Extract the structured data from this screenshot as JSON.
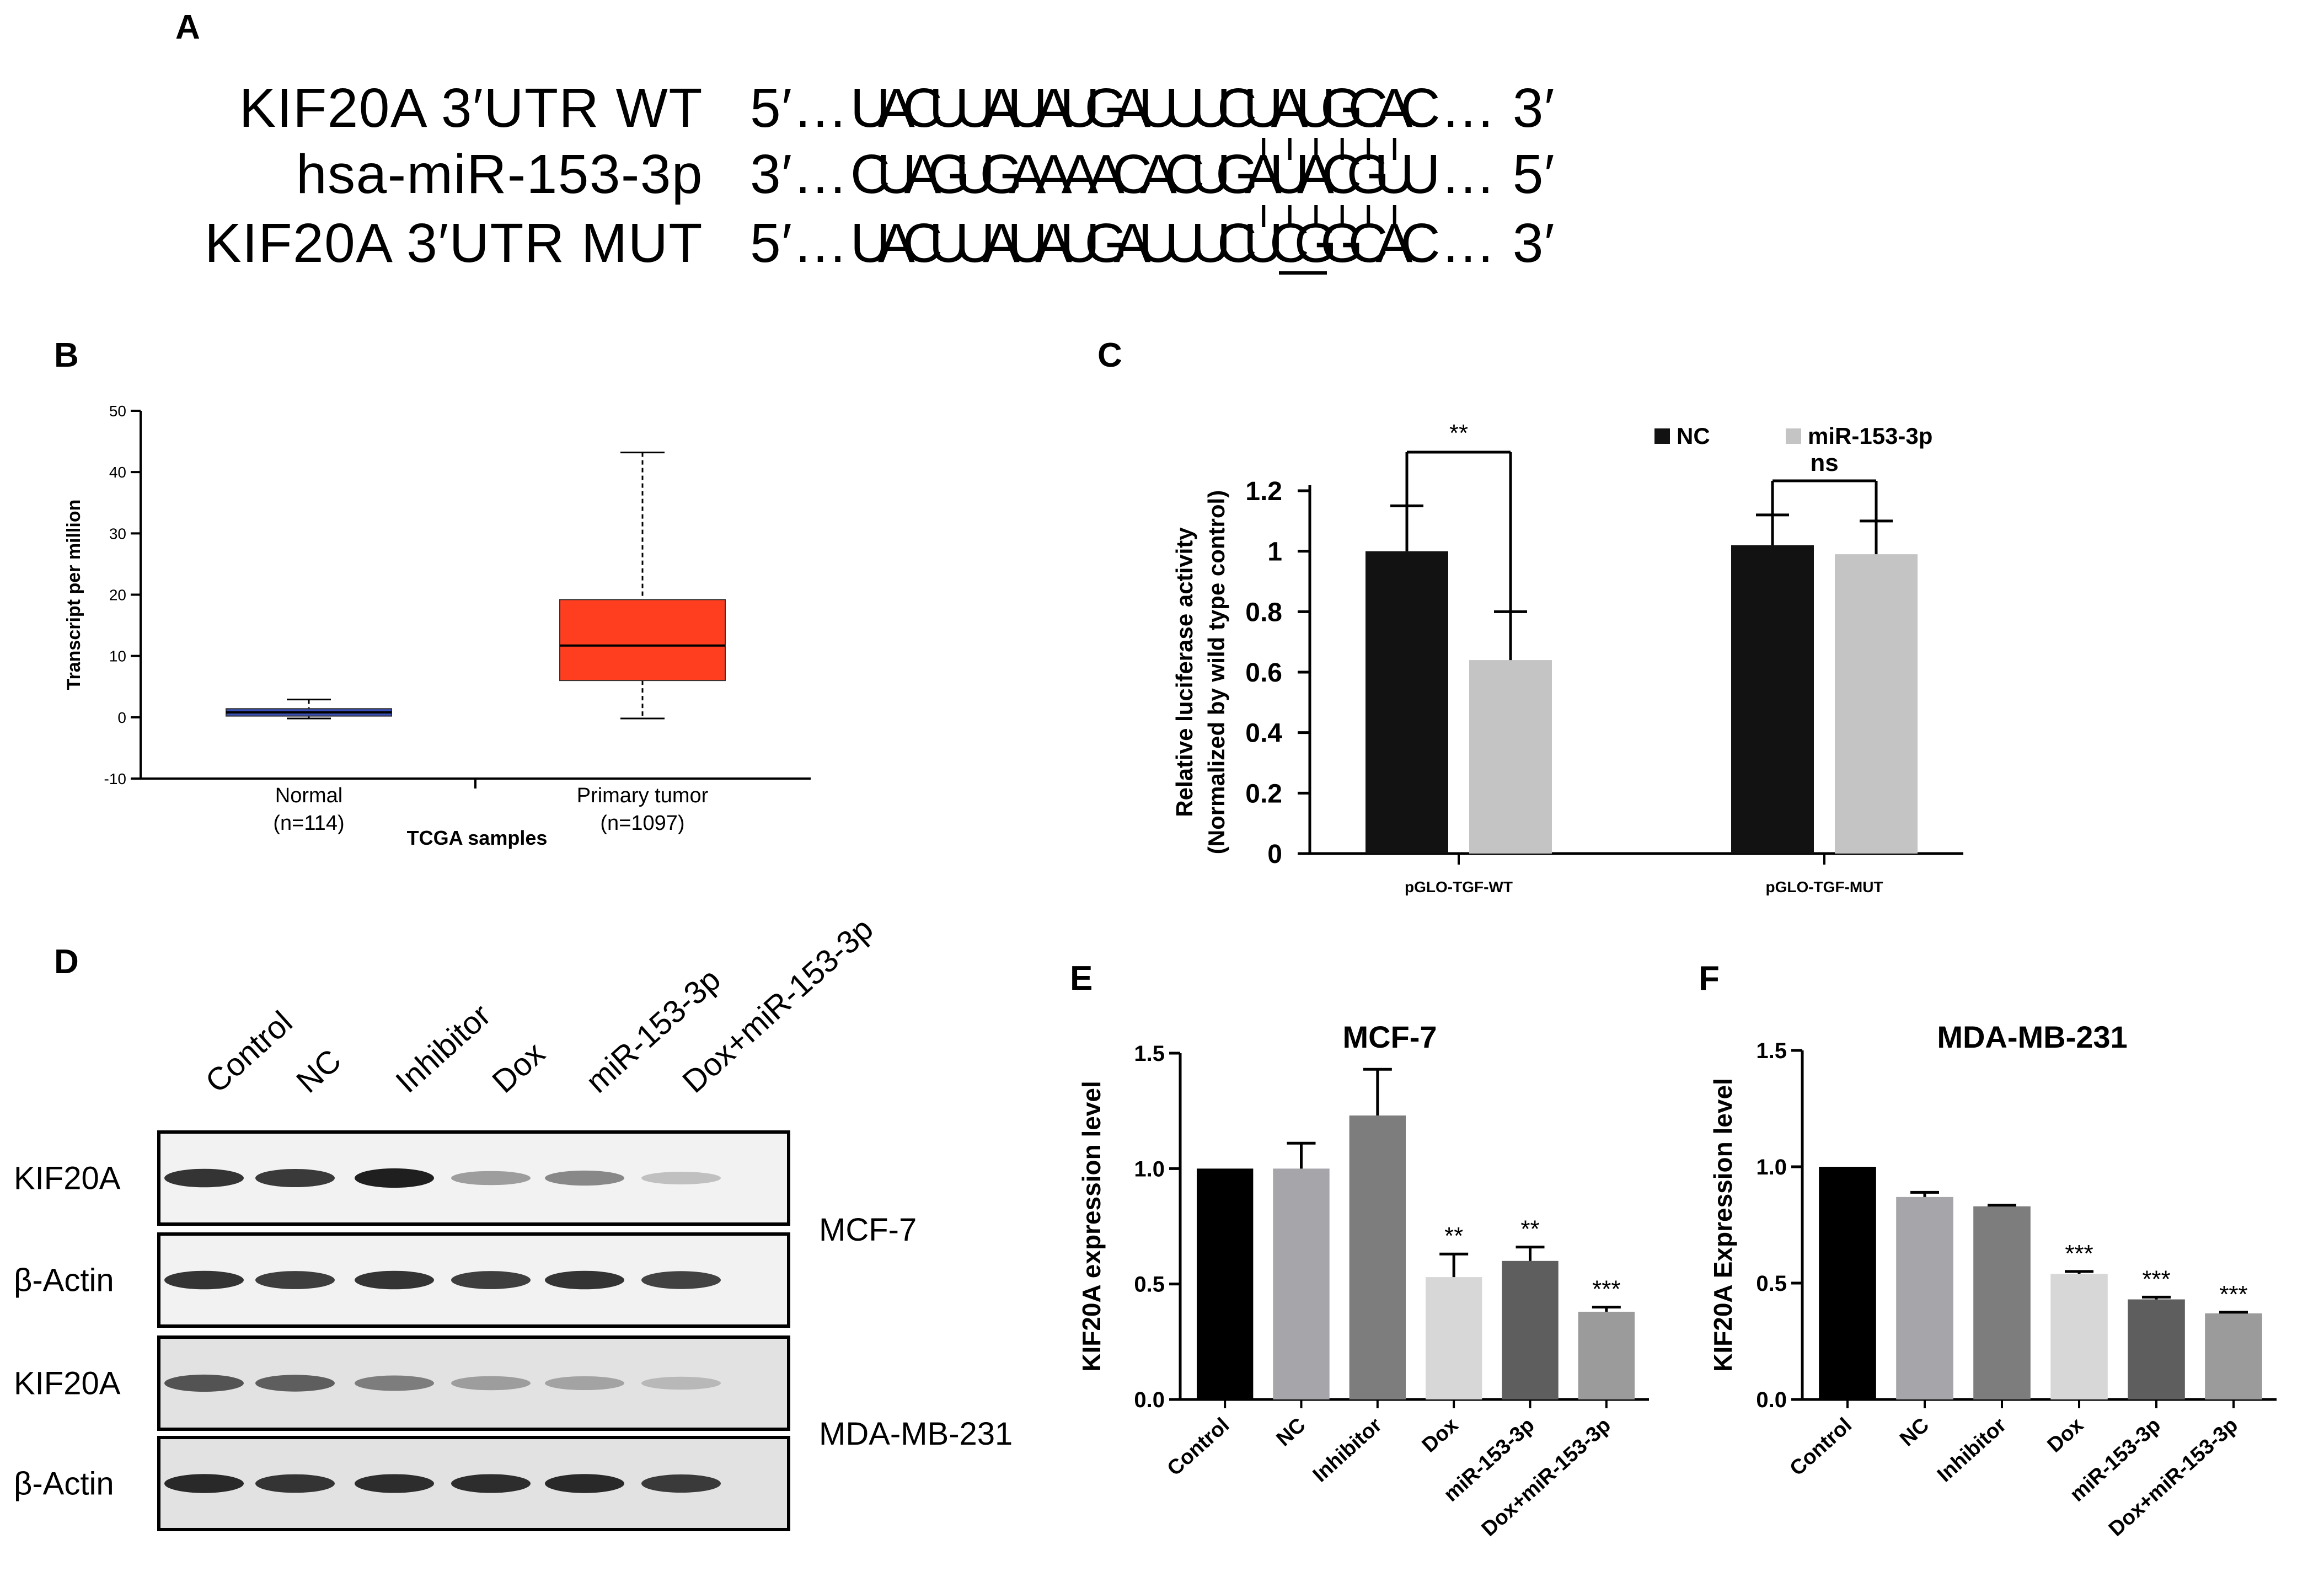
{
  "panels": {
    "A": "A",
    "B": "B",
    "C": "C",
    "D": "D",
    "E": "E",
    "F": "F"
  },
  "panel_a": {
    "rows": [
      {
        "name": "KIF20A 3′UTR WT",
        "prime_left": "5′…",
        "sequence": "UACUUAUAUGAUUUCUAUGCAC",
        "prime_right": "… 3′"
      },
      {
        "name": "hsa-miR-153-3p",
        "prime_left": "3′…",
        "sequence": "CUAGUGAAAACACUGAUACGUU",
        "prime_right": "… 5′"
      },
      {
        "name": "KIF20A 3′UTR MUT",
        "prime_left": "5′…",
        "sequence": "UACUUAUAUGAUUUCUCGGCAC",
        "prime_right": "… 3′"
      }
    ],
    "pairing_positions": [
      15,
      16,
      17,
      18,
      19,
      20
    ],
    "mutated_positions": [
      16,
      17
    ]
  },
  "panel_d": {
    "lane_labels": [
      "Control",
      "NC",
      "Inhibitor",
      "Dox",
      "miR-153-3p",
      "Dox+miR-153-3p"
    ],
    "blots": [
      {
        "label": "KIF20A",
        "intensity": [
          0.85,
          0.82,
          0.95,
          0.35,
          0.45,
          0.18
        ]
      },
      {
        "label": "β-Actin",
        "intensity": [
          0.85,
          0.8,
          0.85,
          0.8,
          0.85,
          0.78
        ]
      },
      {
        "label": "KIF20A",
        "intensity": [
          0.7,
          0.65,
          0.5,
          0.35,
          0.32,
          0.22
        ]
      },
      {
        "label": "β-Actin",
        "intensity": [
          0.9,
          0.85,
          0.88,
          0.88,
          0.9,
          0.82
        ]
      }
    ],
    "cell_lines": [
      "MCF-7",
      "MDA-MB-231"
    ]
  },
  "chart_data": [
    {
      "type": "box",
      "panel": "B",
      "xlabel": "TCGA samples",
      "ylabel": "Transcript per million",
      "ylim": [
        -10,
        50
      ],
      "yticks": [
        -10,
        0,
        10,
        20,
        30,
        40,
        50
      ],
      "categories": [
        "Normal\n(n=114)",
        "Primary tumor\n(n=1097)"
      ],
      "boxes": [
        {
          "min": -0.2,
          "q1": 0.2,
          "median": 0.8,
          "q3": 1.4,
          "max": 2.9,
          "color": "#3a4fb5"
        },
        {
          "min": -0.2,
          "q1": 6.0,
          "median": 11.7,
          "q3": 19.2,
          "max": 43.2,
          "color": "#ff3d1f"
        }
      ]
    },
    {
      "type": "bar",
      "panel": "C",
      "ylabel": "Relative luciferase activity\n(Normalized by wild type control)",
      "ylim": [
        0,
        1.2
      ],
      "yticks": [
        "0",
        "0.2",
        "0.4",
        "0.6",
        "0.8",
        "1",
        "1.2"
      ],
      "categories": [
        "pGLO-TGF-WT",
        "pGLO-TGF-MUT"
      ],
      "series": [
        {
          "name": "NC",
          "color": "#121212",
          "values": [
            1.0,
            1.02
          ],
          "errors": [
            0.15,
            0.1
          ]
        },
        {
          "name": "miR-153-3p",
          "color": "#c4c4c4",
          "values": [
            0.64,
            0.99
          ],
          "errors": [
            0.16,
            0.11
          ]
        }
      ],
      "annotations": [
        "**",
        "ns"
      ]
    },
    {
      "type": "bar",
      "panel": "E",
      "title": "MCF-7",
      "ylabel": "KIF20A expression level",
      "ylim": [
        0,
        1.5
      ],
      "yticks": [
        "0.0",
        "0.5",
        "1.0",
        "1.5"
      ],
      "categories": [
        "Control",
        "NC",
        "Inhibitor",
        "Dox",
        "miR-153-3p",
        "Dox+miR-153-3p"
      ],
      "values": [
        1.0,
        1.0,
        1.23,
        0.53,
        0.6,
        0.38
      ],
      "errors": [
        0.0,
        0.11,
        0.2,
        0.1,
        0.06,
        0.02
      ],
      "colors": [
        "#000000",
        "#a6a6aa",
        "#7d7d7d",
        "#d7d7d7",
        "#5e5e5e",
        "#9b9b9b"
      ],
      "significance": [
        "",
        "",
        "",
        "**",
        "**",
        "***"
      ]
    },
    {
      "type": "bar",
      "panel": "F",
      "title": "MDA-MB-231",
      "ylabel": "KIF20A Expression level",
      "ylim": [
        0,
        1.5
      ],
      "yticks": [
        "0.0",
        "0.5",
        "1.0",
        "1.5"
      ],
      "categories": [
        "Control",
        "NC",
        "Inhibitor",
        "Dox",
        "miR-153-3p",
        "Dox+miR-153-3p"
      ],
      "values": [
        1.0,
        0.87,
        0.83,
        0.54,
        0.43,
        0.37
      ],
      "errors": [
        0.0,
        0.02,
        0.005,
        0.01,
        0.01,
        0.005
      ],
      "colors": [
        "#000000",
        "#a6a6aa",
        "#7d7d7d",
        "#d7d7d7",
        "#5e5e5e",
        "#9b9b9b"
      ],
      "significance": [
        "",
        "",
        "",
        "***",
        "***",
        "***"
      ]
    }
  ]
}
